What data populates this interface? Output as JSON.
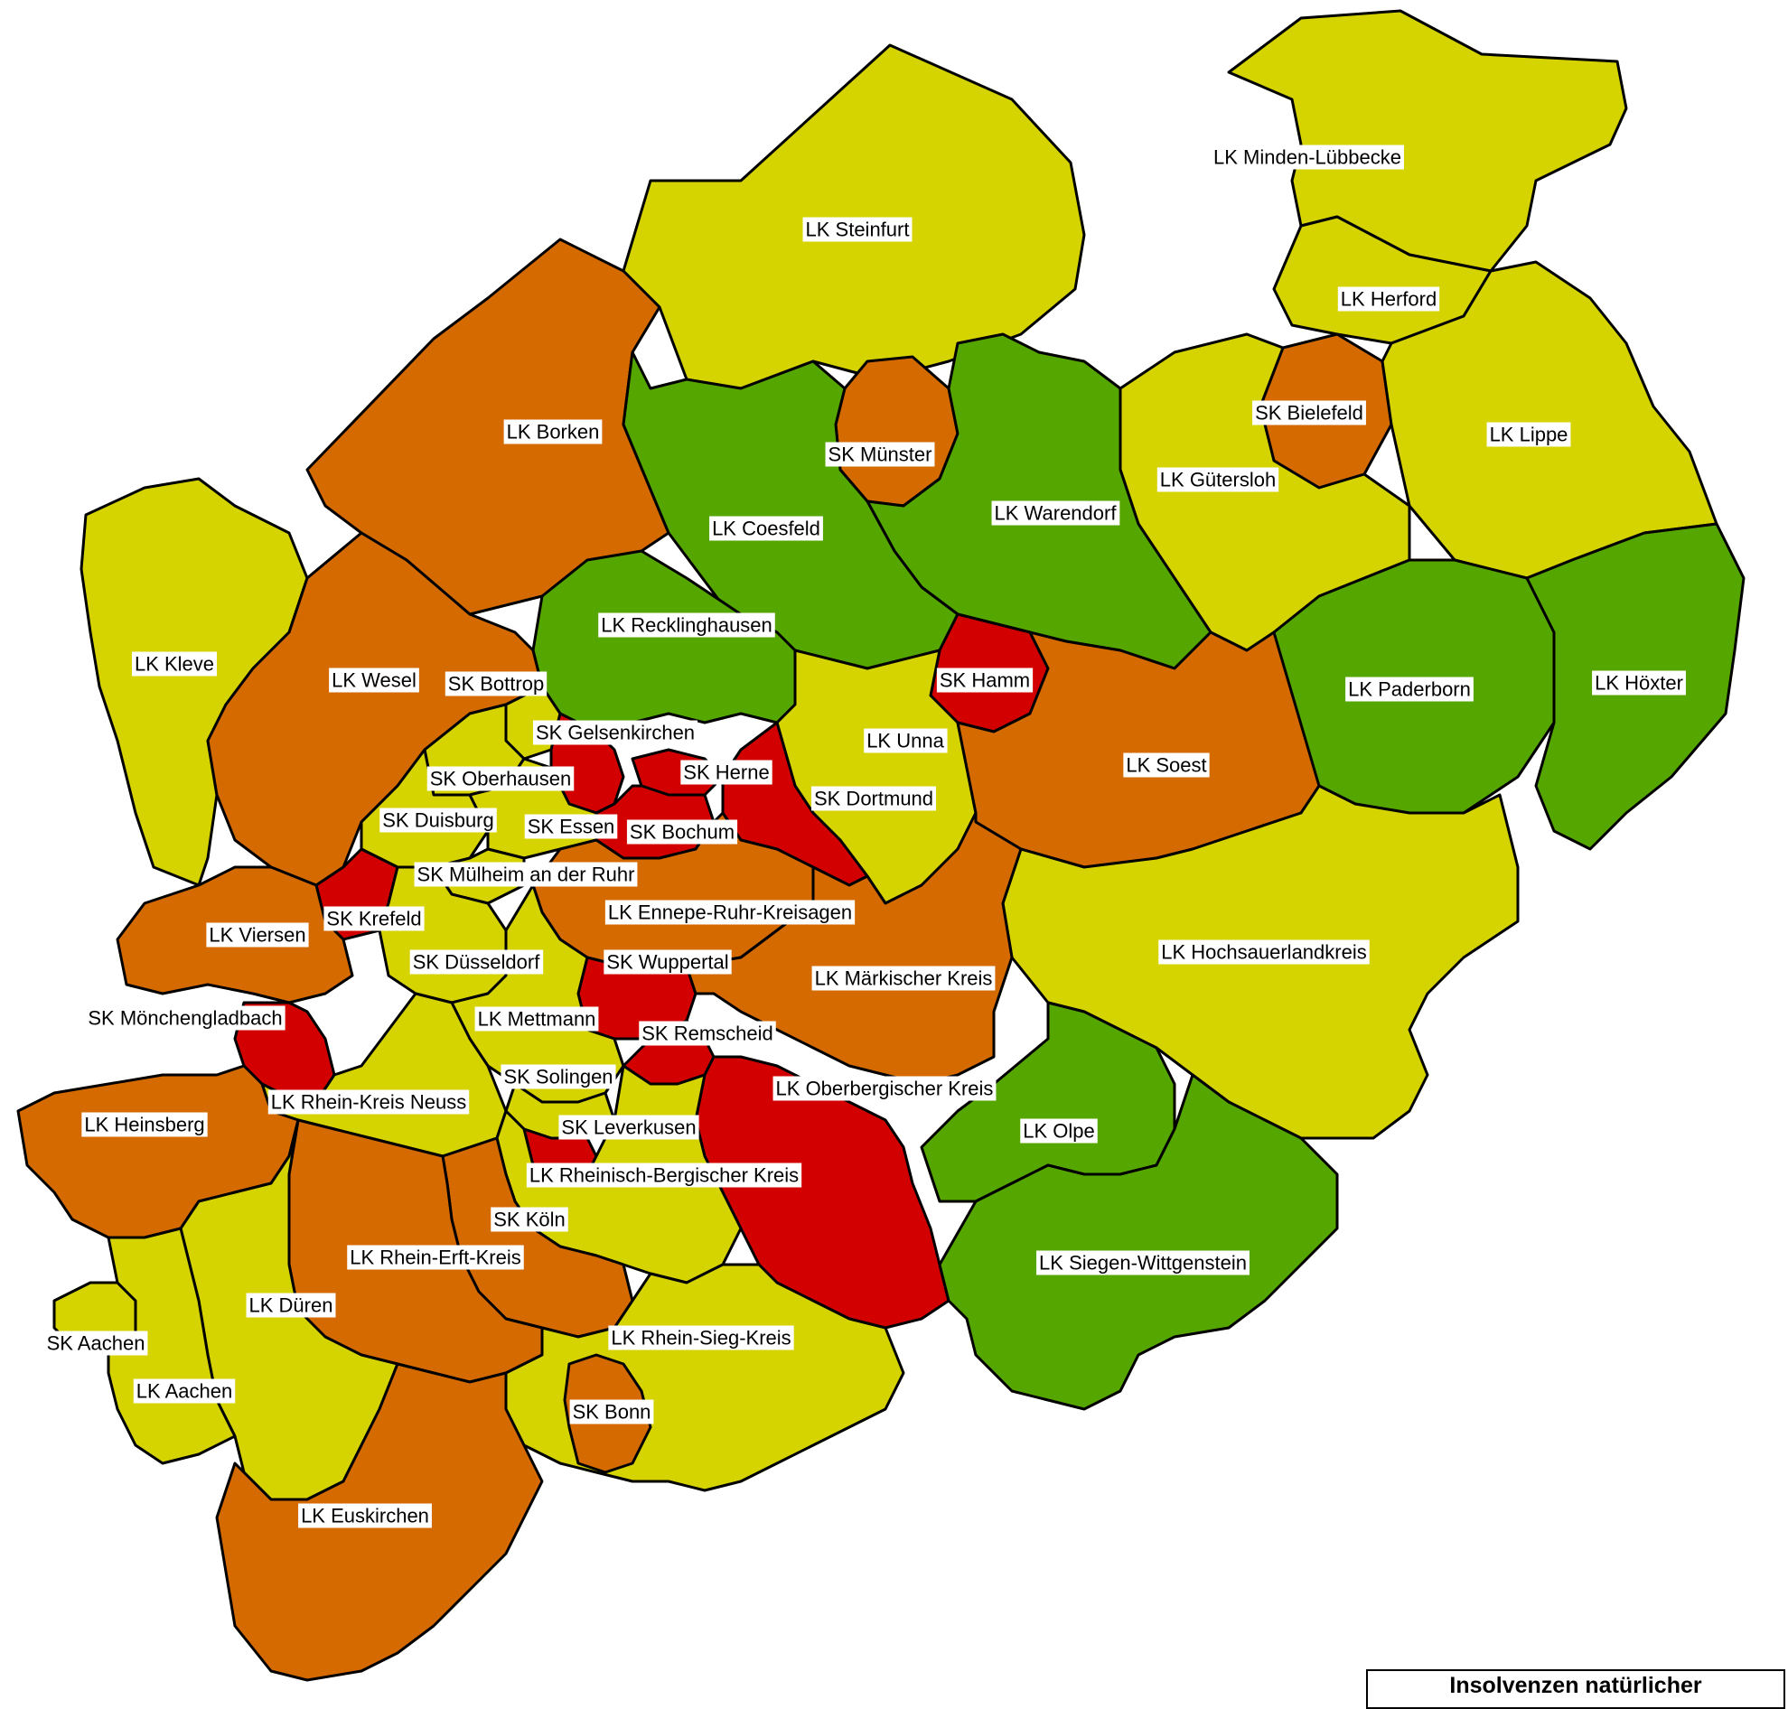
{
  "colors": {
    "red": "#d20000",
    "orange": "#d46a00",
    "yellow": "#d5d300",
    "green": "#56a600",
    "outline": "#000000"
  },
  "legend": {
    "title": "Insolvenzen natürlicher"
  },
  "regions": [
    {
      "id": "lk-minden-luebbecke",
      "label": "LK Minden-Lübbecke",
      "level": "yellow"
    },
    {
      "id": "lk-herford",
      "label": "LK Herford",
      "level": "yellow"
    },
    {
      "id": "lk-steinfurt",
      "label": "LK Steinfurt",
      "level": "yellow"
    },
    {
      "id": "lk-borken",
      "label": "LK Borken",
      "level": "orange"
    },
    {
      "id": "sk-bielefeld",
      "label": "SK Bielefeld",
      "level": "orange"
    },
    {
      "id": "lk-lippe",
      "label": "LK Lippe",
      "level": "yellow"
    },
    {
      "id": "sk-muenster",
      "label": "SK Münster",
      "level": "orange"
    },
    {
      "id": "lk-guetersloh",
      "label": "LK Gütersloh",
      "level": "yellow"
    },
    {
      "id": "lk-warendorf",
      "label": "LK Warendorf",
      "level": "green"
    },
    {
      "id": "lk-coesfeld",
      "label": "LK Coesfeld",
      "level": "green"
    },
    {
      "id": "lk-kleve",
      "label": "LK Kleve",
      "level": "yellow"
    },
    {
      "id": "lk-recklinghausen",
      "label": "LK Recklinghausen",
      "level": "green"
    },
    {
      "id": "lk-wesel",
      "label": "LK Wesel",
      "level": "orange"
    },
    {
      "id": "sk-bottrop",
      "label": "SK Bottrop",
      "level": "yellow"
    },
    {
      "id": "sk-hamm",
      "label": "SK Hamm",
      "level": "red"
    },
    {
      "id": "lk-paderborn",
      "label": "LK Paderborn",
      "level": "green"
    },
    {
      "id": "lk-hoexter",
      "label": "LK Höxter",
      "level": "green"
    },
    {
      "id": "sk-gelsenkirchen",
      "label": "SK Gelsenkirchen",
      "level": "red"
    },
    {
      "id": "lk-unna",
      "label": "LK Unna",
      "level": "yellow"
    },
    {
      "id": "sk-oberhausen",
      "label": "SK Oberhausen",
      "level": "yellow"
    },
    {
      "id": "sk-herne",
      "label": "SK Herne",
      "level": "red"
    },
    {
      "id": "lk-soest",
      "label": "LK Soest",
      "level": "orange"
    },
    {
      "id": "sk-dortmund",
      "label": "SK Dortmund",
      "level": "red"
    },
    {
      "id": "sk-duisburg",
      "label": "SK Duisburg",
      "level": "yellow"
    },
    {
      "id": "sk-essen",
      "label": "SK Essen",
      "level": "yellow"
    },
    {
      "id": "sk-bochum",
      "label": "SK Bochum",
      "level": "red"
    },
    {
      "id": "sk-muelheim",
      "label": "SK Mülheim an der Ruhr",
      "level": "yellow"
    },
    {
      "id": "lk-ennepe-ruhr",
      "label": "LK Ennepe-Ruhr-Kreisagen",
      "level": "orange"
    },
    {
      "id": "sk-krefeld",
      "label": "SK Krefeld",
      "level": "red"
    },
    {
      "id": "lk-viersen",
      "label": "LK Viersen",
      "level": "orange"
    },
    {
      "id": "lk-hochsauerland",
      "label": "LK Hochsauerlandkreis",
      "level": "yellow"
    },
    {
      "id": "sk-duesseldorf",
      "label": "SK Düsseldorf",
      "level": "yellow"
    },
    {
      "id": "sk-wuppertal",
      "label": "SK Wuppertal",
      "level": "red"
    },
    {
      "id": "lk-maerkischer",
      "label": "LK Märkischer Kreis",
      "level": "orange"
    },
    {
      "id": "sk-moenchengladbach",
      "label": "SK Mönchengladbach",
      "level": "red"
    },
    {
      "id": "lk-mettmann",
      "label": "LK Mettmann",
      "level": "yellow"
    },
    {
      "id": "sk-remscheid",
      "label": "SK Remscheid",
      "level": "red"
    },
    {
      "id": "sk-solingen",
      "label": "SK Solingen",
      "level": "yellow"
    },
    {
      "id": "lk-oberbergischer",
      "label": "LK Oberbergischer Kreis",
      "level": "red"
    },
    {
      "id": "lk-rhein-kreis-neuss",
      "label": "LK Rhein-Kreis Neuss",
      "level": "yellow"
    },
    {
      "id": "lk-heinsberg",
      "label": "LK Heinsberg",
      "level": "orange"
    },
    {
      "id": "sk-leverkusen",
      "label": "SK Leverkusen",
      "level": "red"
    },
    {
      "id": "lk-olpe",
      "label": "LK Olpe",
      "level": "green"
    },
    {
      "id": "lk-rheinisch-bergischer",
      "label": "LK Rheinisch-Bergischer Kreis",
      "level": "yellow"
    },
    {
      "id": "sk-koeln",
      "label": "SK Köln",
      "level": "orange"
    },
    {
      "id": "lk-rhein-erft",
      "label": "LK Rhein-Erft-Kreis",
      "level": "orange"
    },
    {
      "id": "lk-siegen-wittgenstein",
      "label": "LK Siegen-Wittgenstein",
      "level": "green"
    },
    {
      "id": "lk-dueren",
      "label": "LK Düren",
      "level": "yellow"
    },
    {
      "id": "lk-rhein-sieg",
      "label": "LK Rhein-Sieg-Kreis",
      "level": "yellow"
    },
    {
      "id": "sk-aachen",
      "label": "SK Aachen",
      "level": "yellow"
    },
    {
      "id": "lk-aachen",
      "label": "LK Aachen",
      "level": "yellow"
    },
    {
      "id": "sk-bonn",
      "label": "SK Bonn",
      "level": "orange"
    },
    {
      "id": "lk-euskirchen",
      "label": "LK Euskirchen",
      "level": "orange"
    }
  ]
}
